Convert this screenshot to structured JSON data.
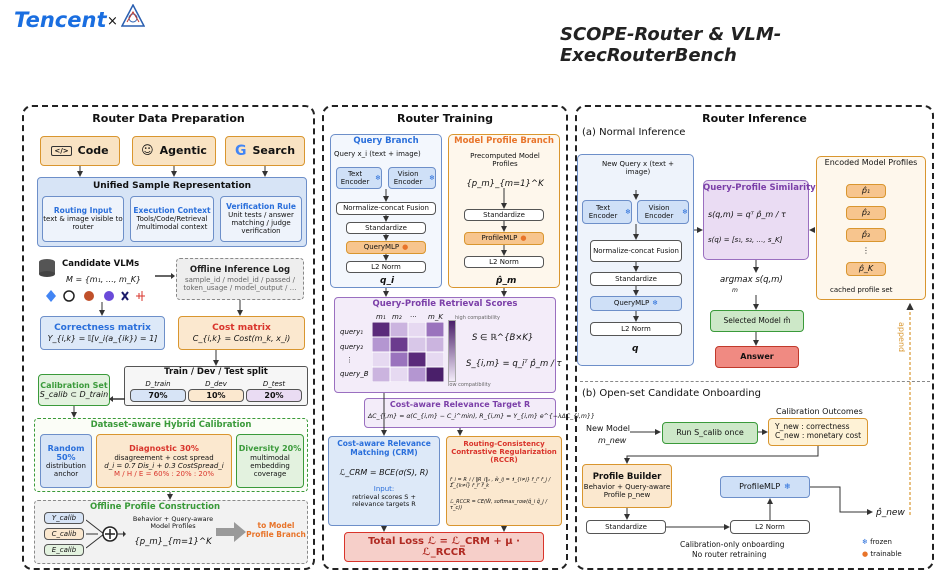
{
  "header": {
    "logo_tencent": "Tencent",
    "logo_times": "×",
    "title": "SCOPE-Router & VLM-ExecRouterBench"
  },
  "prep": {
    "title": "Router Data Preparation",
    "sources": [
      "Code",
      "Agentic",
      "Search"
    ],
    "unified": {
      "title": "Unified Sample Representation",
      "cols": [
        {
          "head": "Routing Input",
          "body": "text & image visible to router"
        },
        {
          "head": "Execution Context",
          "body": "Tools/Code/Retrieval /multimodal context"
        },
        {
          "head": "Verification Rule",
          "body": "Unit tests / answer matching / judge verification"
        }
      ]
    },
    "candidate": {
      "title": "Candidate VLMs",
      "formula": "M = {m₁, …, m_K}"
    },
    "offline_log": {
      "title": "Offline Inference Log",
      "body": "sample_id / model_id / passed / token_usage / model_output / …"
    },
    "correctness": {
      "title": "Correctness matrix",
      "formula": "Y_{i,k} = 𝕀[v_i(a_{ik}) = 1]"
    },
    "cost": {
      "title": "Cost matrix",
      "formula": "C_{i,k} = Cost(m_k, x_i)"
    },
    "split": {
      "title": "Train / Dev / Test split",
      "cols": [
        {
          "name": "D_train",
          "pct": "70%"
        },
        {
          "name": "D_dev",
          "pct": "10%"
        },
        {
          "name": "D_test",
          "pct": "20%"
        }
      ]
    },
    "calib_set": {
      "title": "Calibration Set",
      "formula": "S_calib ⊂ D_train"
    },
    "hybrid": {
      "title": "Dataset-aware Hybrid Calibration",
      "random": {
        "head": "Random 50%",
        "body": "distribution anchor"
      },
      "diagnostic": {
        "head": "Diagnostic 30%",
        "body": "disagreement + cost spread",
        "formula": "d_i = 0.7 Dis_i + 0.3 CostSpread_i",
        "ratio": "M / H / E = 60% : 20% : 20%"
      },
      "diversity": {
        "head": "Diversity 20%",
        "body": "multimodal embedding coverage"
      }
    },
    "profile": {
      "title": "Offline Profile Construction",
      "inputs": [
        "Y_calib",
        "C_calib",
        "E_calib"
      ],
      "desc": "Behavior + Query-aware Model Profiles",
      "formula": "{p_m}_{m=1}^K",
      "to": "to Model Profile Branch"
    }
  },
  "train": {
    "title": "Router Training",
    "query_branch": {
      "title": "Query Branch",
      "query": "Query x_i (text + image)",
      "text_enc": "Text Encoder",
      "vision_enc": "Vision Encoder",
      "fusion": "Normalize-concat Fusion",
      "standardize": "Standardize",
      "mlp": "QueryMLP",
      "norm": "L2 Norm",
      "out": "q_i"
    },
    "profile_branch": {
      "title": "Model Profile Branch",
      "pre": "Precomputed Model Profiles",
      "formula": "{p_m}_{m=1}^K",
      "standardize": "Standardize",
      "mlp": "ProfileMLP",
      "norm": "L2 Norm",
      "out": "p̂_m"
    },
    "scores": {
      "title": "Query-Profile Retrieval Scores",
      "cols": [
        "m₁",
        "m₂",
        "···",
        "m_K"
      ],
      "rows": [
        "query₁",
        "query₂",
        "⋮",
        "query_B"
      ],
      "high": "high compatibility",
      "low": "low compatibility",
      "f1": "S ∈ ℝ^{B×K}",
      "f2": "S_{i,m} = q_iᵀ p̂_m / τ"
    },
    "target": {
      "title": "Cost-aware Relevance Target R",
      "formula": "ΔC_{i,m} = α(C_{i,m} − C_i^min), R_{i,m} = Y_{i,m} e^{−λΔC_{i,m}}"
    },
    "crm": {
      "title": "Cost-aware Relevance Matching (CRM)",
      "formula": "ℒ_CRM = BCE(σ(S), R)",
      "input_head": "Input:",
      "input": "retrieval scores S + relevance targets R"
    },
    "rccr": {
      "title": "Routing-Consistency Contrastive Regularization (RCCR)",
      "f1": "r̄_i = R_i / ‖R_i‖₁ , w̃_ij = 𝟏_{i≠j} r̄_iᵀ r̄_j / Σ_{k≠i} r̄_iᵀ r̄_k",
      "f2": "ℒ_RCCR = CE(W̃, softmax_row(q̂_i q̂_j / τ_c))"
    },
    "total": "Total Loss   ℒ = ℒ_CRM + μ · ℒ_RCCR"
  },
  "infer": {
    "title": "Router Inference",
    "normal": {
      "title": "(a) Normal Inference",
      "query": "New Query x (text + image)",
      "text_enc": "Text Encoder",
      "vision_enc": "Vision Encoder",
      "fusion": "Normalize-concat Fusion",
      "standardize": "Standardize",
      "mlp": "QueryMLP",
      "norm": "L2 Norm",
      "out": "q",
      "sim_title": "Query-Profile Similarity",
      "sim_f1": "s(q,m) = qᵀ p̂_m / τ",
      "sim_f2": "s(q) = [s₁, s₂, …, s_K]",
      "argmax": "argmax s(q,m)",
      "argmax_sub": "m",
      "selected": "Selected Model m̂",
      "answer": "Answer",
      "profiles_title": "Encoded Model Profiles",
      "profiles": [
        "p̂₁",
        "p̂₂",
        "p̂₃",
        "⋮",
        "p̂_K"
      ],
      "cached": "cached profile set",
      "append": "append"
    },
    "onboard": {
      "title": "(b) Open-set Candidate Onboarding",
      "new_model": "New Model",
      "new_model_sym": "m_new",
      "run": "Run S_calib once",
      "outcomes_title": "Calibration Outcomes",
      "y": "Y_new : correctness",
      "c": "C_new : monetary cost",
      "builder": "Profile Builder",
      "builder_body": "Behavior + Query-aware Profile p_new",
      "standardize": "Standardize",
      "mlp": "ProfileMLP",
      "norm": "L2 Norm",
      "out": "p̂_new",
      "note1": "Calibration-only onboarding",
      "note2": "No router retraining",
      "legend_frozen": "frozen",
      "legend_trainable": "trainable"
    }
  },
  "colors": {
    "blue": "#2a6fdb",
    "orange": "#e8742a",
    "purple": "#7b3fa8",
    "red": "#d9342b",
    "green": "#3a9a3a"
  }
}
